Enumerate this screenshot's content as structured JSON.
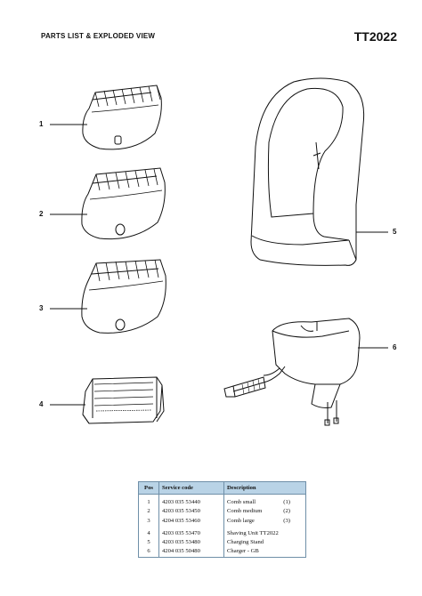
{
  "header": {
    "title": "PARTS LIST & EXPLODED VIEW",
    "model": "TT2022"
  },
  "callouts": [
    "1",
    "2",
    "3",
    "4",
    "5",
    "6"
  ],
  "table": {
    "headers": [
      "Pos",
      "Service code",
      "Description"
    ],
    "group1": [
      {
        "pos": "1",
        "code": "4203 035 53440",
        "desc": "Comb small",
        "ref": "(1)"
      },
      {
        "pos": "2",
        "code": "4203 035 53450",
        "desc": "Comb medium",
        "ref": "(2)"
      },
      {
        "pos": "3",
        "code": "4204 035 53460",
        "desc": "Comb large",
        "ref": "(3)"
      }
    ],
    "group2": [
      {
        "pos": "4",
        "code": "4203 035 53470",
        "desc": "Shaving Unit  TT2022",
        "ref": ""
      },
      {
        "pos": "5",
        "code": "4203 035 53480",
        "desc": "Charging Stand",
        "ref": ""
      },
      {
        "pos": "6",
        "code": "4204 035 50480",
        "desc": "Charger  -  GB",
        "ref": ""
      }
    ]
  }
}
